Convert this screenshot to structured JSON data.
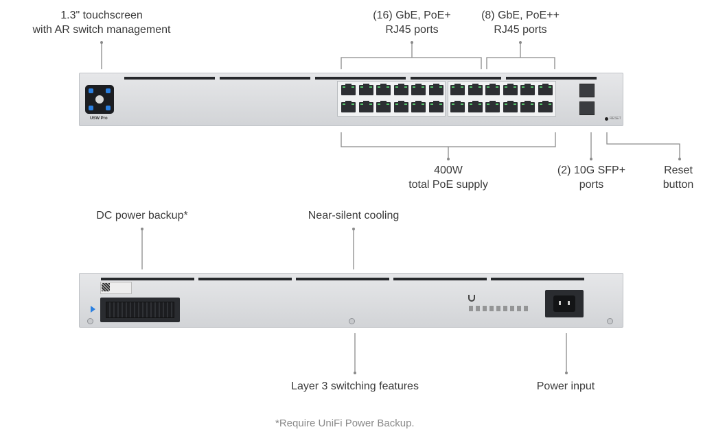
{
  "labels": {
    "touchscreen": [
      "1.3\" touchscreen",
      "with AR switch management"
    ],
    "poe_plus": [
      "(16) GbE, PoE+",
      "RJ45 ports"
    ],
    "poe_plusplus": [
      "(8) GbE, PoE++",
      "RJ45 ports"
    ],
    "poe_supply": [
      "400W",
      "total PoE supply"
    ],
    "sfp": [
      "(2) 10G SFP+",
      "ports"
    ],
    "reset": [
      "Reset",
      "button"
    ],
    "dc_backup": "DC power backup*",
    "cooling": "Near-silent cooling",
    "layer3": "Layer 3 switching features",
    "power_input": "Power input"
  },
  "footnote": "*Require UniFi Power Backup.",
  "device": {
    "model_badge": "USW Pro",
    "reset_text": "RESET"
  },
  "colors": {
    "accent": "#2a7fe0",
    "port_led": "#56c36b",
    "chassis": "#dcdee1"
  }
}
